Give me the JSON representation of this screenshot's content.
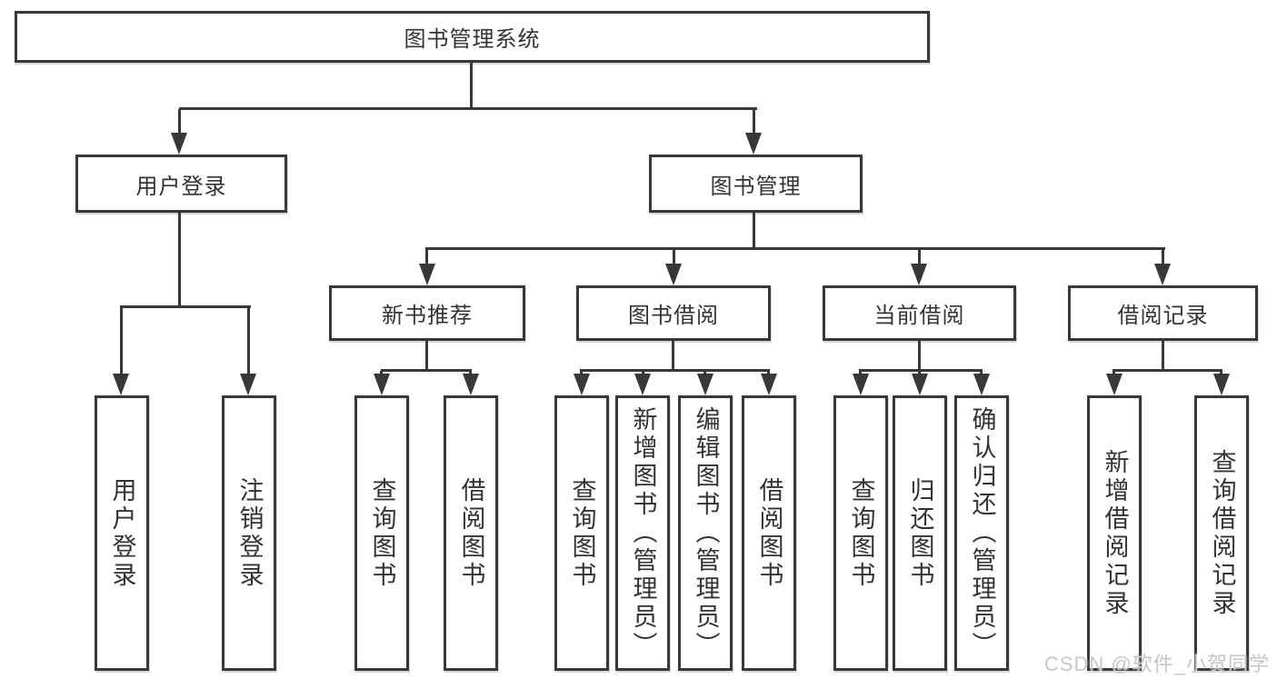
{
  "nodes": {
    "root": "图书管理系统",
    "user_login": "用户登录",
    "book_management": "图书管理",
    "new_book_rec": "新书推荐",
    "book_borrowing": "图书借阅",
    "current_borrowing": "当前借阅",
    "borrowing_records": "借阅记录",
    "leaf_user_login": "用户登录",
    "leaf_logout": "注销登录",
    "leaf_nb_query": "查询图书",
    "leaf_nb_borrow": "借阅图书",
    "leaf_bb_query": "查询图书",
    "leaf_bb_add": "新增图书（管理员）",
    "leaf_bb_edit": "编辑图书（管理员）",
    "leaf_bb_borrow": "借阅图书",
    "leaf_cb_query": "查询图书",
    "leaf_cb_return": "归还图书",
    "leaf_cb_confirm": "确认归还（管理员）",
    "leaf_br_add": "新增借阅记录",
    "leaf_br_query": "查询借阅记录"
  },
  "watermark": "CSDN @软件_小贺同学",
  "colors": {
    "line": "#383838",
    "text": "#333333",
    "background": "#ffffff",
    "watermark": "#c6c6cb"
  }
}
